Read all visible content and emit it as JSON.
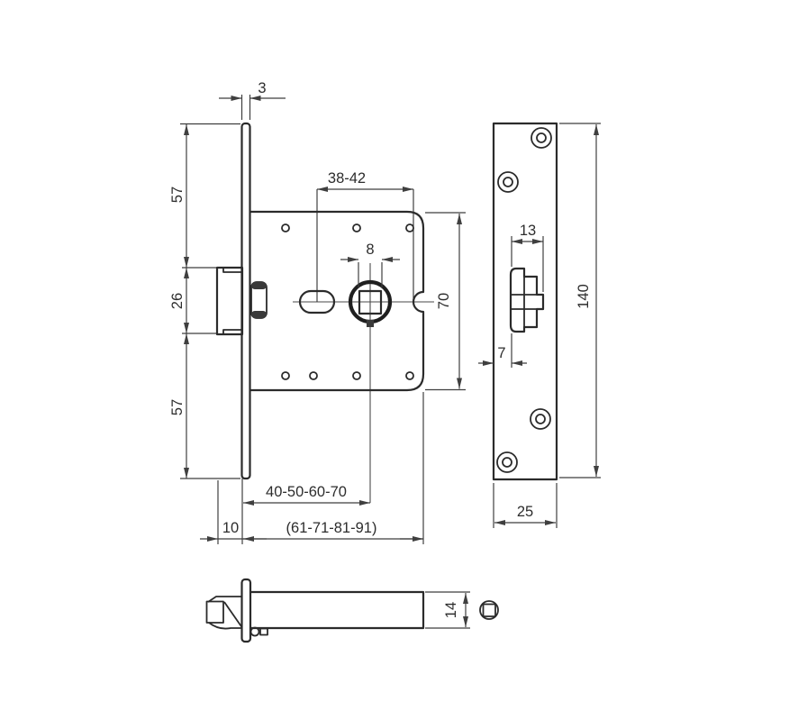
{
  "palette": {
    "background": "#ffffff",
    "object_line": "#2b2b2b",
    "dimension_line": "#3f3f3f",
    "text": "#2d2d2d"
  },
  "views": {
    "front": {
      "faceplate_thickness": "3",
      "upper_height": "57",
      "latch_height": "26",
      "lower_height": "57",
      "slot_spacing": "38-42",
      "spindle_square": "8",
      "case_height": "70",
      "backset": "40-50-60-70",
      "latch_projection": "10",
      "overall_depth": "(61-71-81-91)"
    },
    "plate": {
      "latch_width": "13",
      "latch_offset": "7",
      "plate_height": "140",
      "plate_width": "25"
    },
    "section": {
      "case_thickness": "14"
    }
  }
}
